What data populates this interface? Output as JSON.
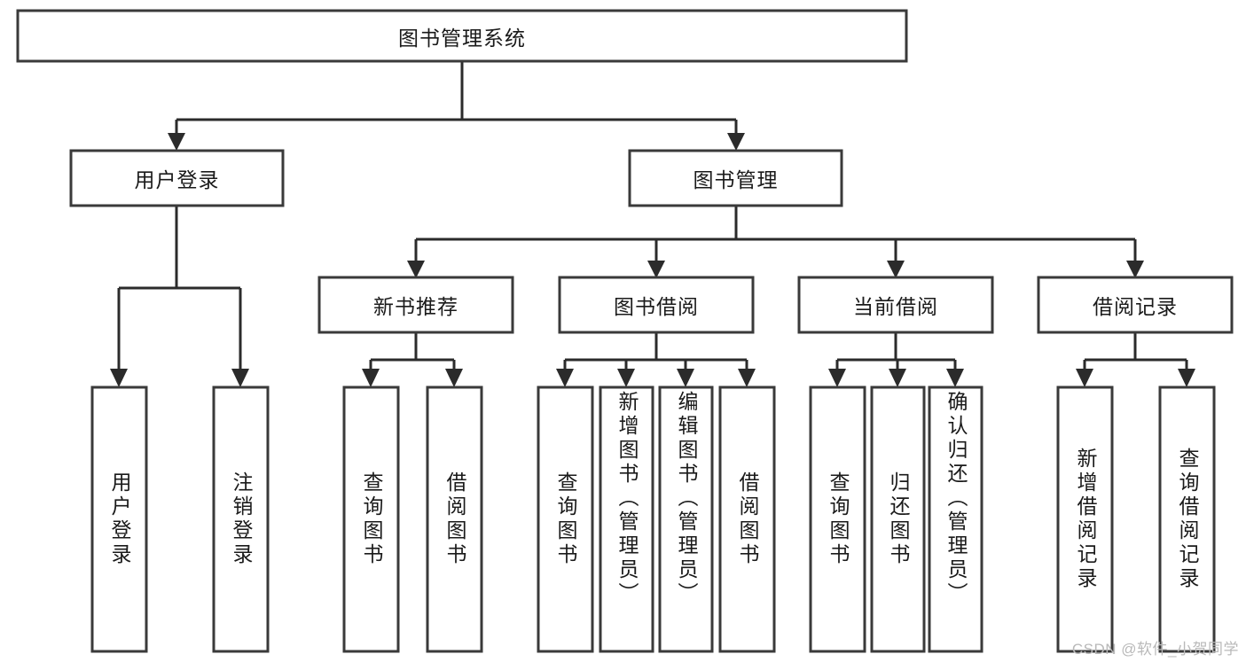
{
  "diagram": {
    "title": "图书管理系统",
    "type": "tree-hierarchy-chart",
    "root": {
      "label": "图书管理系统"
    },
    "level1": [
      {
        "label": "用户登录"
      },
      {
        "label": "图书管理"
      }
    ],
    "level2": [
      {
        "label": "新书推荐"
      },
      {
        "label": "图书借阅"
      },
      {
        "label": "当前借阅"
      },
      {
        "label": "借阅记录"
      }
    ],
    "leaves": {
      "user_login": [
        {
          "label": "用户登录"
        },
        {
          "label": "注销登录"
        }
      ],
      "new_book_recommend": [
        {
          "label": "查询图书"
        },
        {
          "label": "借阅图书"
        }
      ],
      "book_borrow": [
        {
          "label": "查询图书"
        },
        {
          "label": "新增图书（管理员）"
        },
        {
          "label": "编辑图书（管理员）"
        },
        {
          "label": "借阅图书"
        }
      ],
      "current_borrow": [
        {
          "label": "查询图书"
        },
        {
          "label": "归还图书"
        },
        {
          "label": "确认归还（管理员）"
        }
      ],
      "borrow_record": [
        {
          "label": "新增借阅记录"
        },
        {
          "label": "查询借阅记录"
        }
      ]
    }
  },
  "watermark": {
    "text": "CSDN @软件_小贺同学"
  },
  "colors": {
    "box_border": "#3a3a3a",
    "connector": "#2b2b2b",
    "text": "#1a1a1a",
    "background": "#ffffff",
    "watermark": "#b9b9b9"
  }
}
